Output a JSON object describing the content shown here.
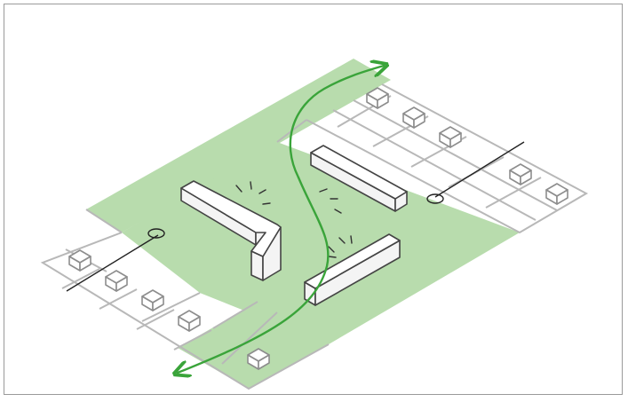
{
  "diagram": {
    "elements": {
      "green_space": "green-space",
      "buildings": [
        "building-l-shaped",
        "building-upper-right",
        "building-lower-right"
      ],
      "walking_path": "green-arrow-path",
      "parking": "parking-lots"
    },
    "colors": {
      "green_fill": "#b8dcad",
      "path_green": "#3aa43a",
      "grid_gray": "#b8b8b8",
      "outline": "#444444"
    },
    "icons": [
      "car-icon",
      "arrow-icon"
    ]
  }
}
